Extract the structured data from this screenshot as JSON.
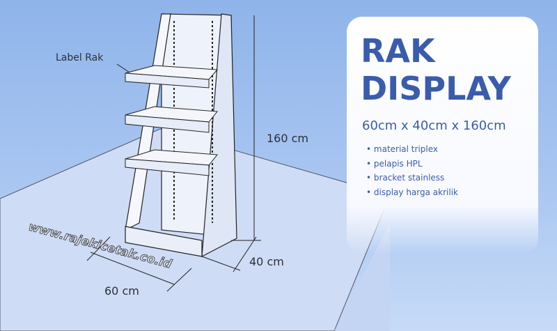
{
  "product": {
    "title_line1": "RAK",
    "title_line2": "DISPLAY",
    "dimensions": "60cm x 40cm x 160cm",
    "features": [
      "material triplex",
      "pelapis HPL",
      "bracket stainless",
      "display harga akrilik"
    ]
  },
  "illustration": {
    "label_callout": "Label Rak",
    "height_label": "160 cm",
    "depth_label": "40 cm",
    "width_label": "60 cm",
    "watermark": "www.rajekicetak.co.id"
  },
  "colors": {
    "accent": "#3a5cad",
    "background": "#a9c6f1",
    "floor": "#cfdcf5"
  }
}
